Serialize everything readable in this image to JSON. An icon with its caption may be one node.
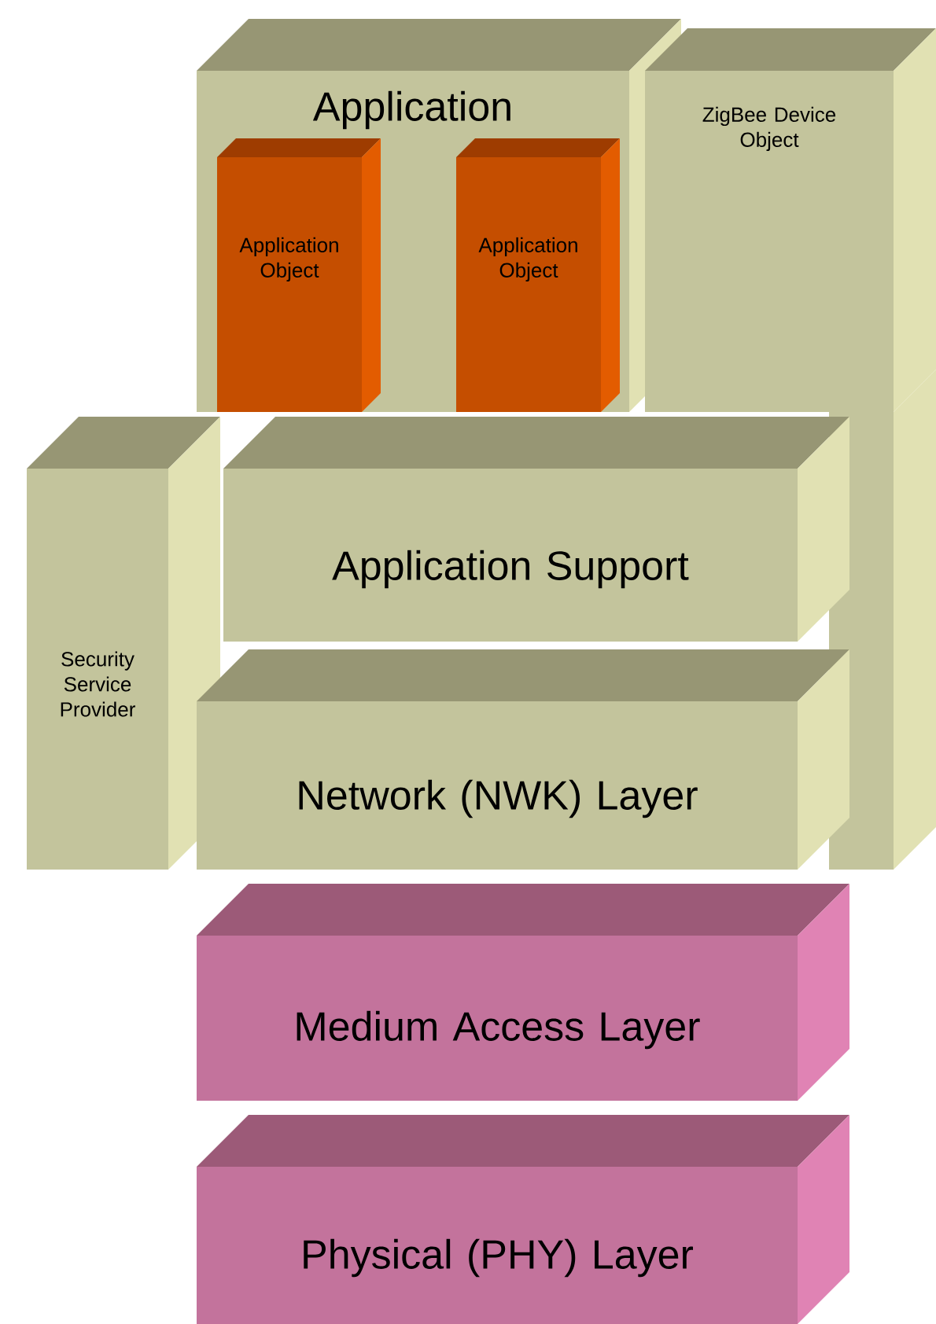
{
  "diagram": {
    "nodes": [
      {
        "text": [
          "Application"
        ]
      },
      {
        "text": [
          "Application Object"
        ],
        "in": 0
      },
      {
        "text": [
          "Application Object"
        ],
        "in": 0
      },
      {
        "text": [
          "ZigBee Device Object"
        ]
      },
      {
        "text": [
          "Security Service Provider"
        ]
      },
      {
        "text": [
          "Application Support"
        ]
      },
      {
        "text": [
          "Network (NWK) Layer"
        ]
      },
      {
        "text": [
          "Medium Access Layer"
        ]
      },
      {
        "text": [
          "Physical (PHY) Layer"
        ]
      }
    ],
    "edges": []
  }
}
